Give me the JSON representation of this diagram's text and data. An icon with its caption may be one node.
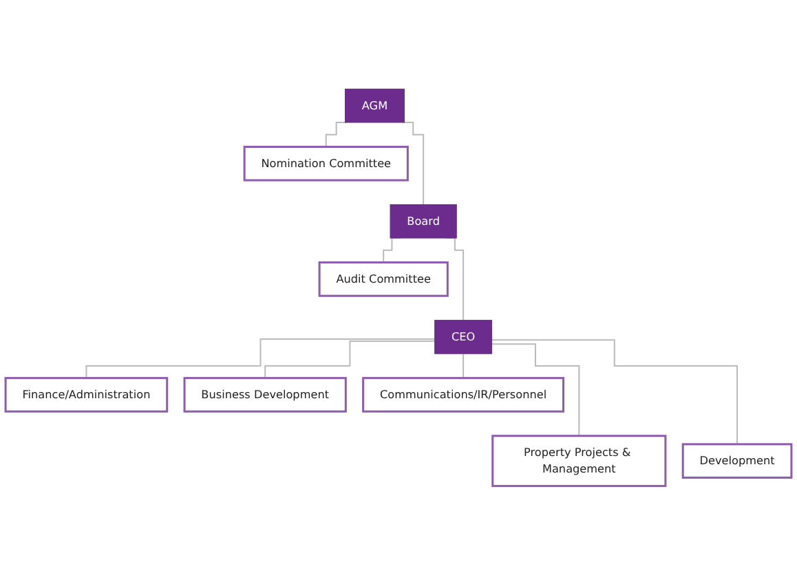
{
  "diagram": {
    "nodes": [
      {
        "text": [
          "AGM"
        ]
      },
      {
        "text": [
          "Nomination Committee"
        ]
      },
      {
        "text": [
          "Board"
        ]
      },
      {
        "text": [
          "Audit Committee"
        ]
      },
      {
        "text": [
          "CEO"
        ]
      },
      {
        "text": [
          "Finance/Administration"
        ]
      },
      {
        "text": [
          "Business Development"
        ]
      },
      {
        "text": [
          "Communications/IR/Personnel"
        ]
      },
      {
        "text": [
          "Property Projects & Management"
        ]
      },
      {
        "text": [
          "Development"
        ]
      }
    ],
    "edges": [
      {
        "from": 0,
        "to": 1,
        "arrow": "none"
      },
      {
        "from": 0,
        "to": 2,
        "arrow": "none"
      },
      {
        "from": 2,
        "to": 3,
        "arrow": "none"
      },
      {
        "from": 2,
        "to": 4,
        "arrow": "none"
      },
      {
        "from": 4,
        "to": 5,
        "arrow": "none"
      },
      {
        "from": 4,
        "to": 6,
        "arrow": "none"
      },
      {
        "from": 4,
        "to": 7,
        "arrow": "none"
      },
      {
        "from": 4,
        "to": 8,
        "arrow": "none"
      },
      {
        "from": 4,
        "to": 9,
        "arrow": "none"
      }
    ]
  }
}
